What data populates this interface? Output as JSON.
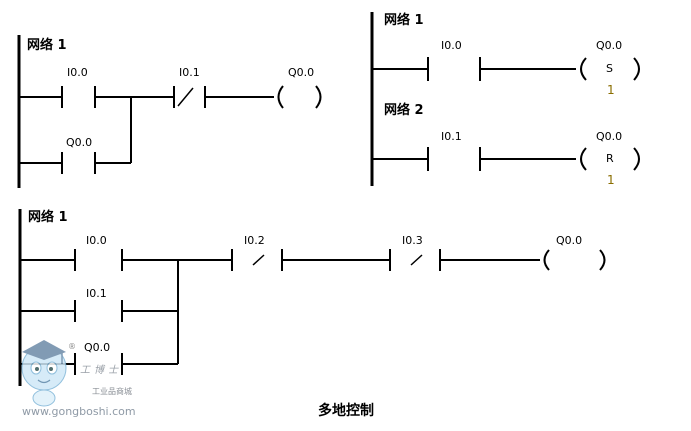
{
  "caption": "多地控制",
  "diagram_top_left": {
    "network_label": "网络 1",
    "contact_1": "I0.0",
    "contact_2": "I0.1",
    "contact_3": "Q0.0",
    "coil": "Q0.0"
  },
  "diagram_top_right": {
    "network_1_label": "网络 1",
    "network_1_contact": "I0.0",
    "network_1_coil": "Q0.0",
    "network_1_coil_type": "S",
    "network_1_count": "1",
    "network_2_label": "网络 2",
    "network_2_contact": "I0.1",
    "network_2_coil": "Q0.0",
    "network_2_coil_type": "R",
    "network_2_count": "1"
  },
  "diagram_bottom": {
    "network_label": "网络 1",
    "contact_1": "I0.0",
    "contact_2": "I0.1",
    "contact_3": "Q0.0",
    "contact_4": "I0.2",
    "contact_5": "I0.3",
    "coil": "Q0.0"
  },
  "watermark": {
    "site": "www.gongboshi.com",
    "brand": "工博士",
    "tagline": "工业品商城",
    "registered": "®"
  }
}
